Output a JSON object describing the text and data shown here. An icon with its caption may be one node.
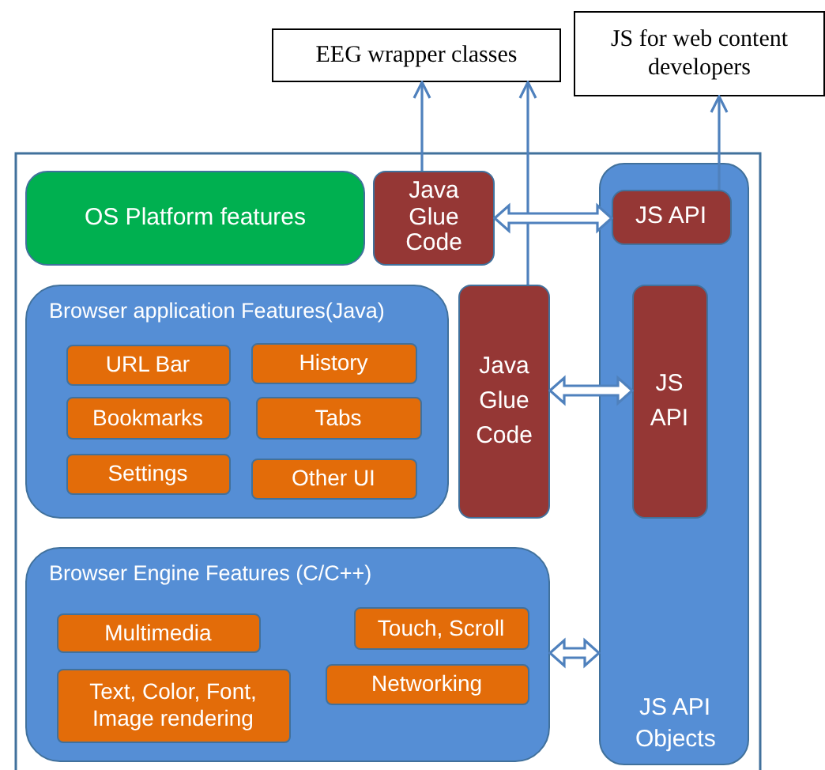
{
  "diagram": {
    "nodes": [
      {
        "text": [
          "EEG wrapper classes"
        ]
      },
      {
        "text": [
          "JS for web content developers"
        ]
      },
      {
        "text": [
          "OS Platform features"
        ]
      },
      {
        "text": [
          "Java Glue Code"
        ]
      },
      {
        "text": [
          "JS API Objects"
        ]
      },
      {
        "text": [
          "JS API"
        ],
        "in": 4
      },
      {
        "text": [
          "Browser application Features(Java)"
        ]
      },
      {
        "text": [
          "URL Bar"
        ],
        "in": 6
      },
      {
        "text": [
          "History"
        ],
        "in": 6
      },
      {
        "text": [
          "Bookmarks"
        ],
        "in": 6
      },
      {
        "text": [
          "Tabs"
        ],
        "in": 6
      },
      {
        "text": [
          "Settings"
        ],
        "in": 6
      },
      {
        "text": [
          "Other UI"
        ],
        "in": 6
      },
      {
        "text": [
          "Java Glue Code"
        ]
      },
      {
        "text": [
          "JS API"
        ],
        "in": 4
      },
      {
        "text": [
          "Browser Engine Features (C/C++)"
        ]
      },
      {
        "text": [
          "Multimedia"
        ],
        "in": 15
      },
      {
        "text": [
          "Touch, Scroll"
        ],
        "in": 15
      },
      {
        "text": [
          "Text, Color, Font, Image rendering"
        ],
        "in": 15
      },
      {
        "text": [
          "Networking"
        ],
        "in": 15
      }
    ],
    "edges": [
      {
        "from": 3,
        "to": 0,
        "arrow": "to"
      },
      {
        "from": 13,
        "to": 0,
        "arrow": "to"
      },
      {
        "from": 5,
        "to": 1,
        "arrow": "to"
      },
      {
        "from": 3,
        "to": 5,
        "arrow": "both",
        "style": "thick"
      },
      {
        "from": 13,
        "to": 14,
        "arrow": "both",
        "style": "thick"
      },
      {
        "from": 15,
        "to": 4,
        "arrow": "both",
        "style": "thick"
      }
    ]
  }
}
